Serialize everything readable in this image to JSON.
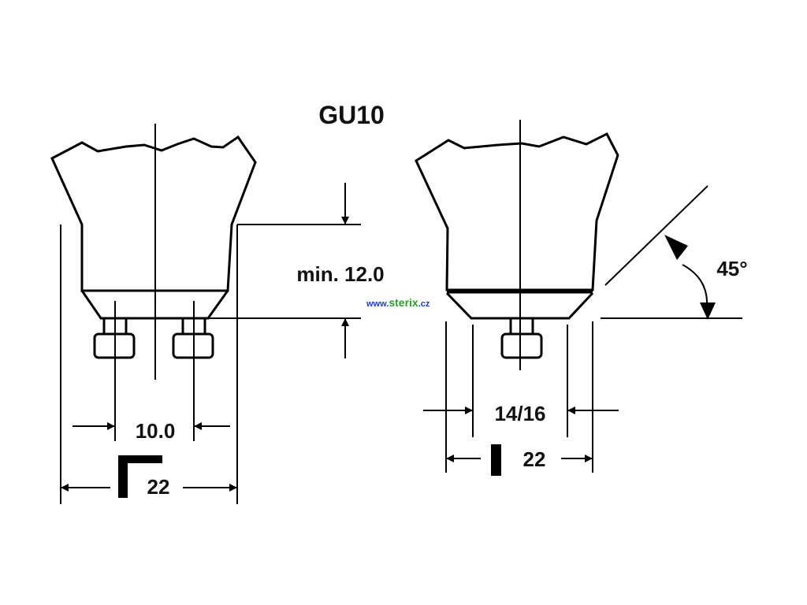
{
  "title": "GU10",
  "labels": {
    "min_height": "min. 12.0",
    "pin_spacing": "10.0",
    "diameter_left": "22",
    "diameter_right": "22",
    "pin_diameter": "14/16",
    "angle": "45°"
  },
  "watermark": {
    "prefix": "www.",
    "brand": "sterix",
    "suffix": ".cz"
  },
  "colors": {
    "line": "#000000",
    "watermark_prefix": "#1a3cc8",
    "watermark_brand": "#2aa02a",
    "watermark_suffix": "#1a3cc8"
  }
}
